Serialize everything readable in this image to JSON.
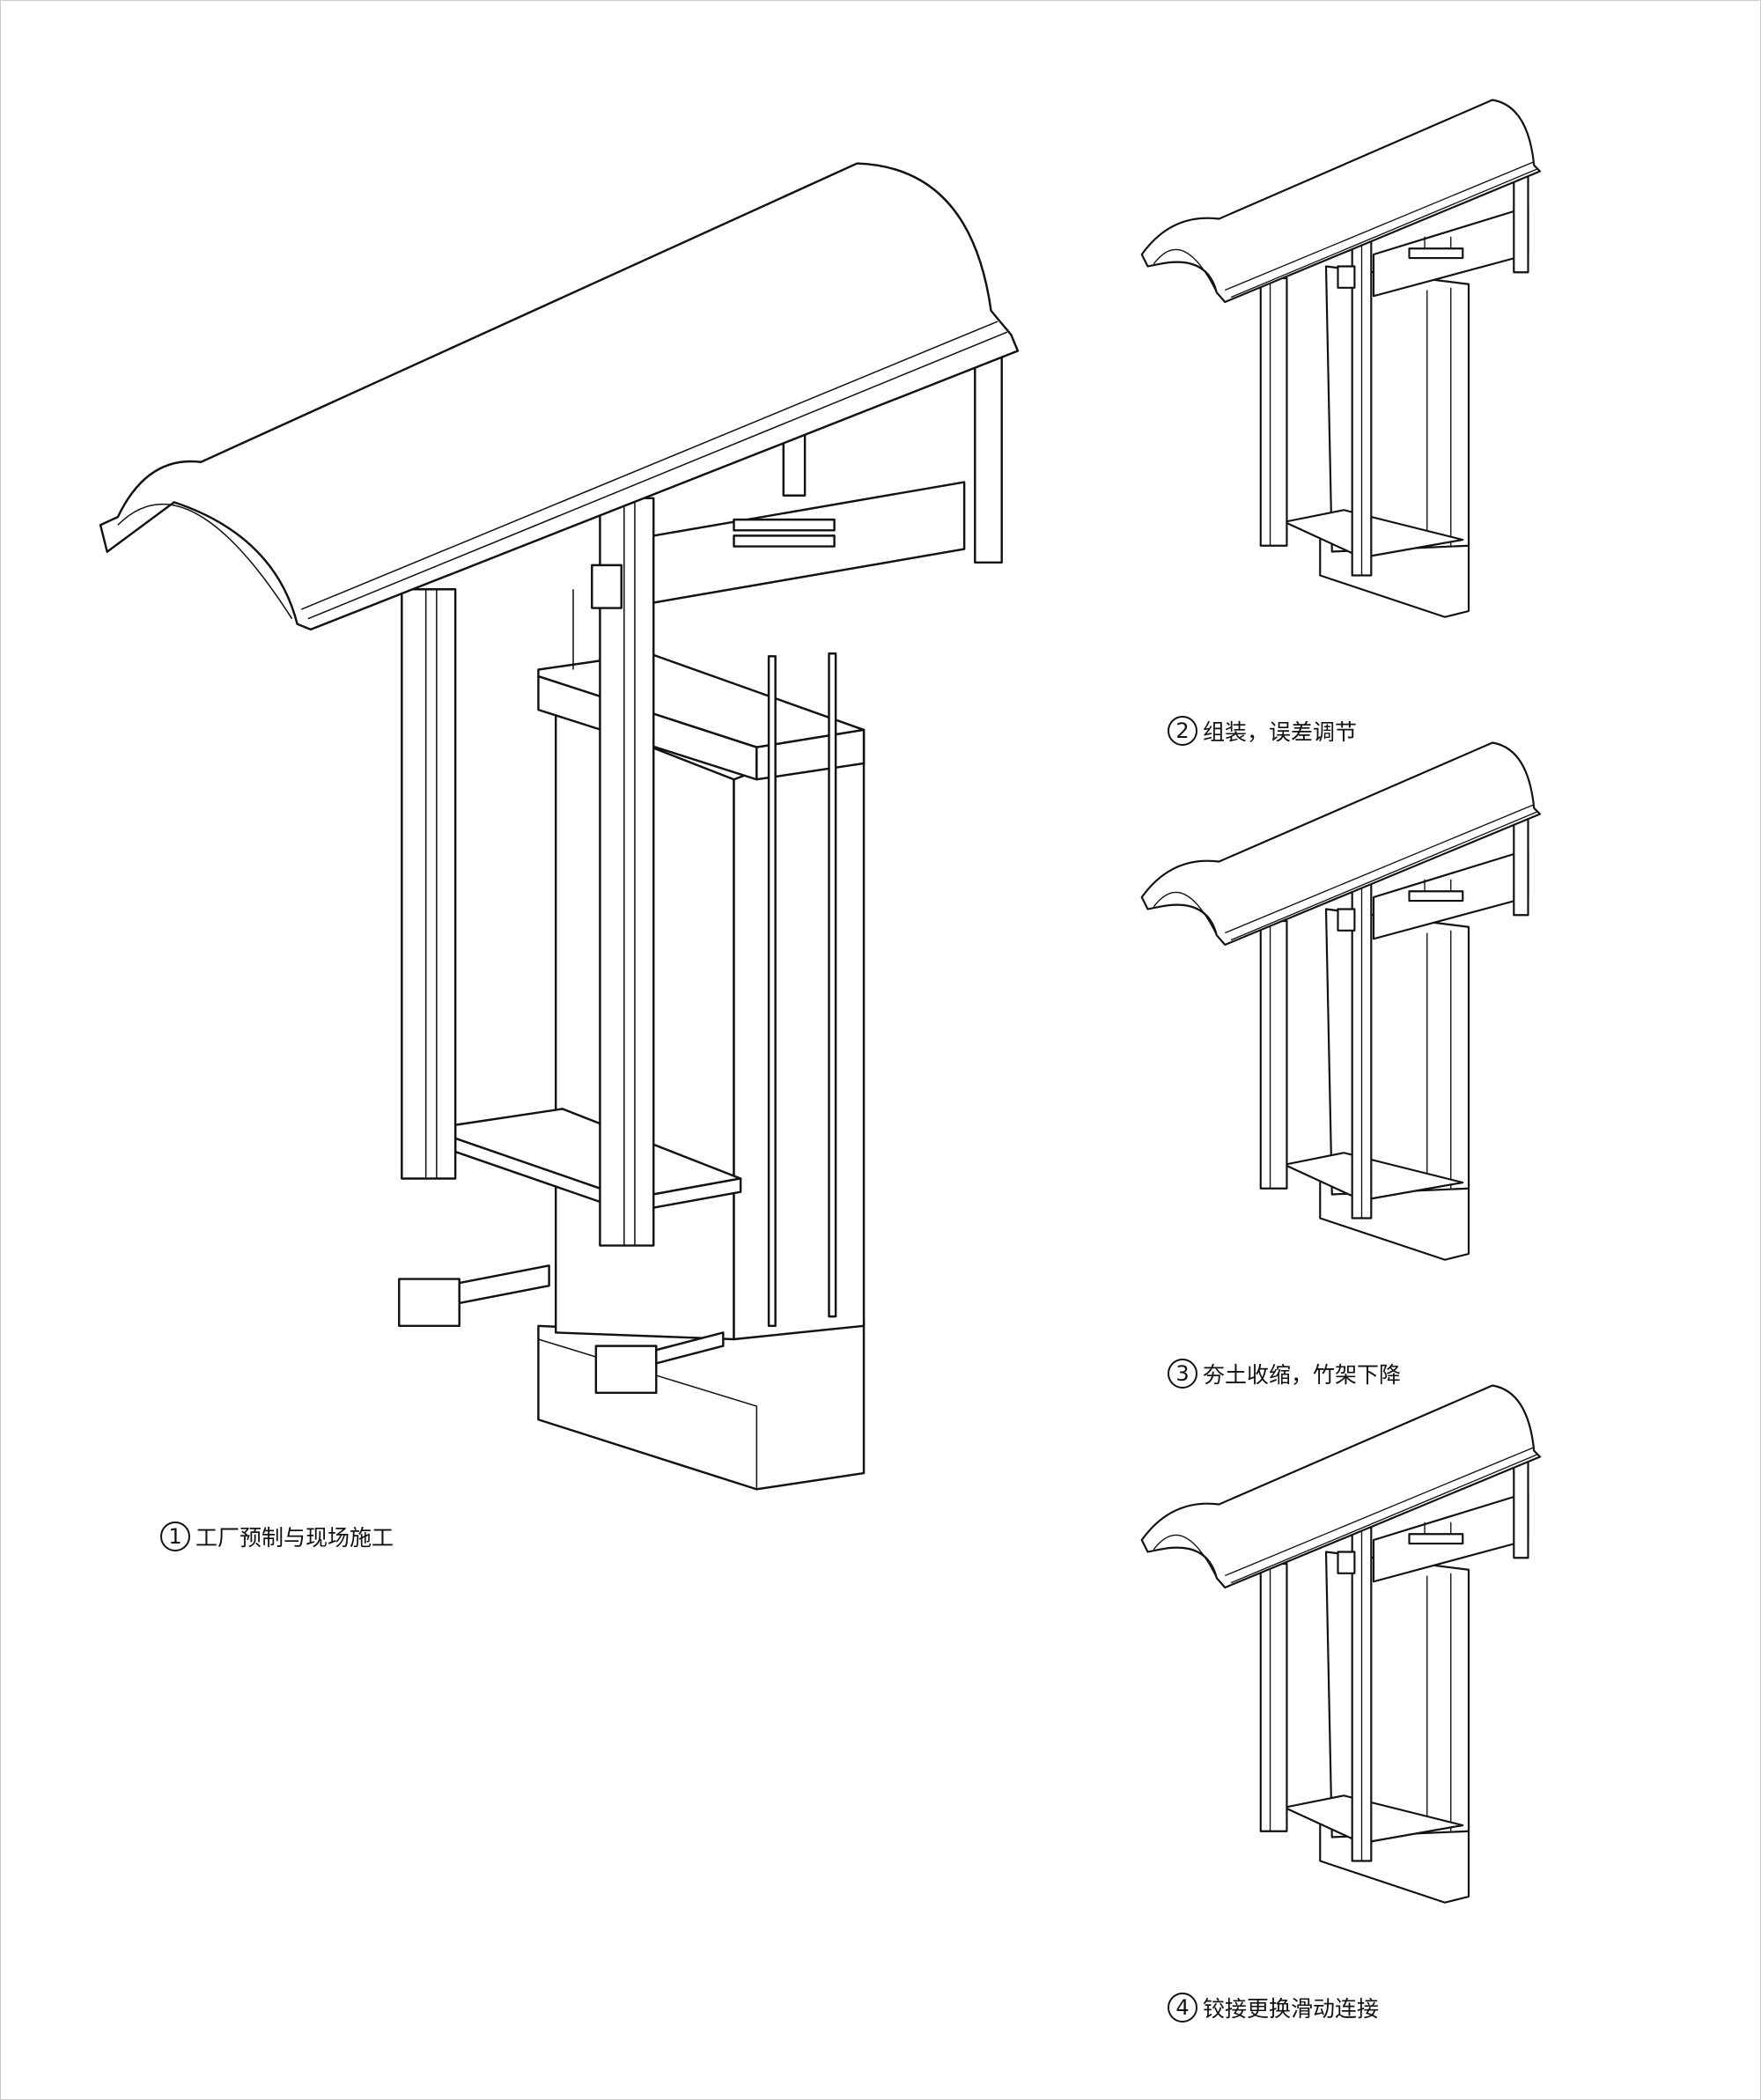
{
  "figures": [
    {
      "number": "1",
      "caption": "工厂预制与现场施工"
    },
    {
      "number": "2",
      "caption": "组装，误差调节"
    },
    {
      "number": "3",
      "caption": "夯土收缩，竹架下降"
    },
    {
      "number": "4",
      "caption": "铰接更换滑动连接"
    }
  ]
}
